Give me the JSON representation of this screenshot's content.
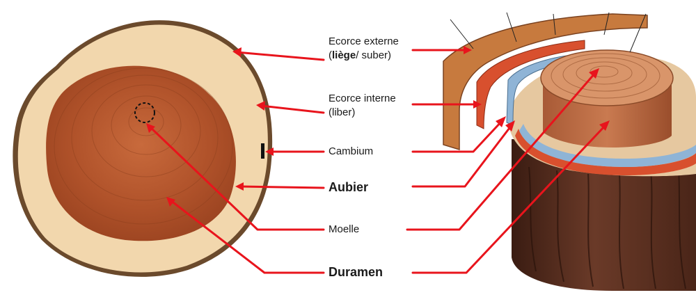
{
  "labels": {
    "ecorce_externe": {
      "line1": "Ecorce externe",
      "paren_open": "(",
      "bold": "liège",
      "rest": "/ suber)"
    },
    "ecorce_interne": {
      "line1": "Ecorce interne",
      "line2": "(liber)"
    },
    "cambium": "Cambium",
    "aubier": "Aubier",
    "moelle": "Moelle",
    "duramen": "Duramen"
  },
  "colors": {
    "arrow": "#e8141c",
    "heartwood": "#b2542e",
    "sapwood": "#f2d7ad",
    "bark": "#c77a3e",
    "inner_bark": "#d8502e",
    "cambium_layer": "#8fb4d6",
    "stump_bark": "#5a3022"
  }
}
